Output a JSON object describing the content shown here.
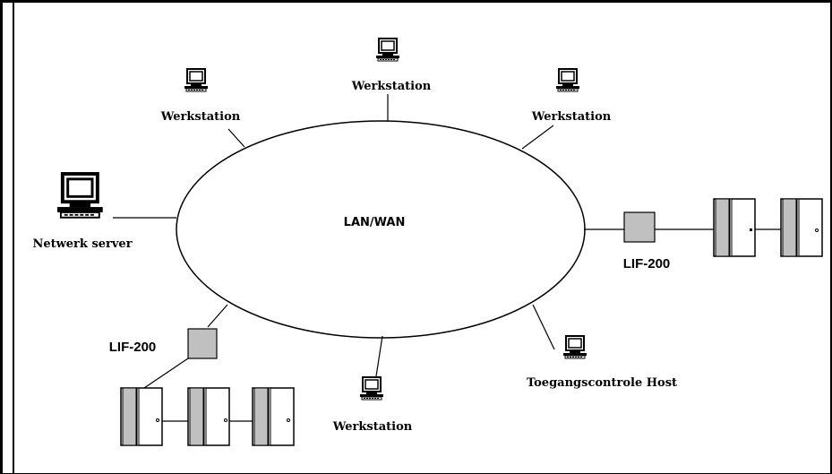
{
  "network": {
    "label": "LAN/WAN"
  },
  "workstations": [
    {
      "id": "ws-top",
      "label": "Werkstation"
    },
    {
      "id": "ws-topleft",
      "label": "Werkstation"
    },
    {
      "id": "ws-topright",
      "label": "Werkstation"
    },
    {
      "id": "ws-bottom",
      "label": "Werkstation"
    }
  ],
  "server": {
    "label": "Netwerk server"
  },
  "host": {
    "label": "Toegangscontrole Host"
  },
  "lif_right": {
    "label": "LIF-200"
  },
  "lif_left": {
    "label": "LIF-200"
  },
  "colors": {
    "stroke": "#000000",
    "panel_fill": "#c0c0c0",
    "background": "#ffffff"
  }
}
